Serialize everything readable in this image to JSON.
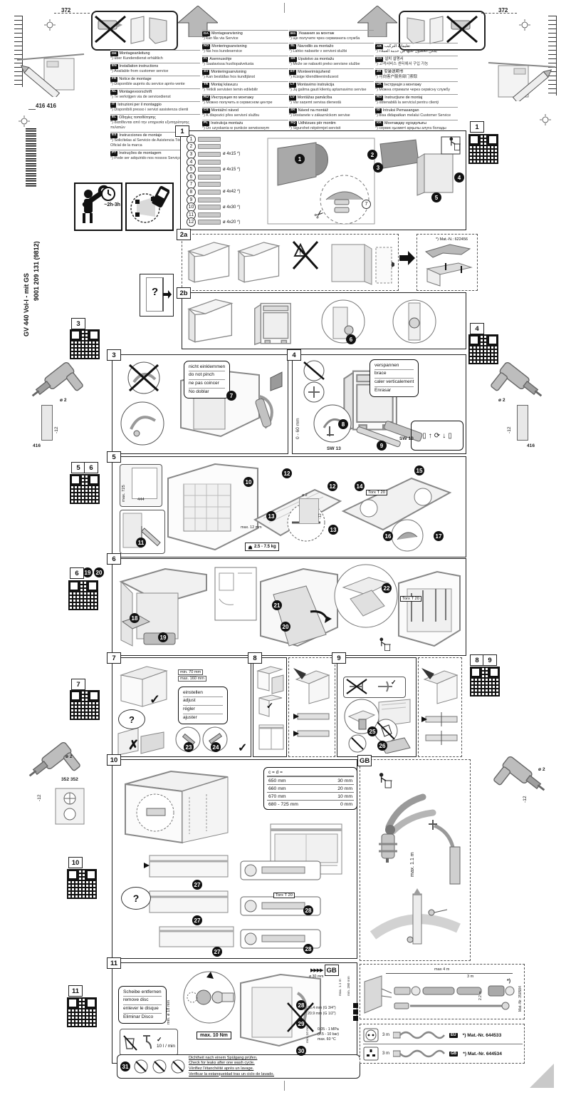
{
  "doc": {
    "code": "9001 209 131 (9812)",
    "model": "GV 440 Vol-I - mit GS"
  },
  "top": {
    "dim_left": "372",
    "dim_right": "372",
    "dim416416": "416 416"
  },
  "margins": {
    "dim416_left": "416",
    "dim416_right": "416",
    "dim352": "352 352",
    "drill_dia": "ø 2",
    "drill_depth": "-12",
    "time": "~2h-3h"
  },
  "misc": {
    "q": "?",
    "check": "✓",
    "cross": "✗",
    "warn": "⚠",
    "arrows": "▶▶▶▶"
  },
  "qrs": {
    "g1": "1",
    "g3": "3",
    "g4": "4",
    "g5": "5",
    "g6": "6",
    "g6b": "6",
    "c19": "19",
    "c20": "20",
    "g7": "7",
    "g8": "8",
    "g9": "9",
    "g10": "10",
    "g11": "11"
  },
  "languages": {
    "col1": [
      {
        "c": "DE",
        "t": "Montageanleitung",
        "n": "*) über Kundendienst erhältlich"
      },
      {
        "c": "EN",
        "t": "Installation instructions",
        "n": "*) Available from customer service"
      },
      {
        "c": "FR",
        "t": "Notice de montage",
        "n": "*) Disponible auprès du service après-vente"
      },
      {
        "c": "NL",
        "t": "Montagevoorschrift",
        "n": "*) Te verkrijgen via de servicedienst"
      },
      {
        "c": "IT",
        "t": "Istruzioni per il montaggio",
        "n": "*) Disponibili presso i servizi assistenza clienti"
      },
      {
        "c": "EL",
        "t": "Οδηγίες τοποθέτησης",
        "n": "*) διατίθενται από την υπηρεσία εξυπηρέτησης πελατών"
      },
      {
        "c": "ES",
        "t": "Instrucciones de montaje",
        "n": "*) Solicítelas al Servicio de Asistencia Técnica Oficial de la marca"
      },
      {
        "c": "PT",
        "t": "Instruções de montagem",
        "n": "*) Pode ser adquirido nos nossos Serviços Técnicos"
      }
    ],
    "col2": [
      {
        "c": "DA",
        "t": "Montageanvisning",
        "n": "*) kan fås via Service"
      },
      {
        "c": "NO",
        "t": "Monteringsanvisning",
        "n": "*) fås hos kundeservice"
      },
      {
        "c": "FI",
        "t": "Asennusohje",
        "n": "*) Saatavissa huoltopalvelusta"
      },
      {
        "c": "SV",
        "t": "Monteringsanvisning",
        "n": "*) Kan beställas hos kundtjänst"
      },
      {
        "c": "TR",
        "t": "Montaj kılavuzu",
        "n": "*) Yetkili servisten temin edilebilir"
      },
      {
        "c": "RU",
        "t": "Инструкция по монтажу",
        "n": "*) Можно получить в сервисном центре"
      },
      {
        "c": "CS",
        "t": "Montážní návod",
        "n": "*) K dispozici přes servisní službu"
      },
      {
        "c": "PL",
        "t": "Instrukcja montażu",
        "n": "*) Do uzyskania w punkcie serwisowym"
      },
      {
        "c": "HU",
        "t": "Szerelési utasítás",
        "n": "*) A vevőszolgálaton keresztül beszerezhető"
      },
      {
        "c": "HR",
        "t": "Uputa za montažu",
        "n": "*) mogu dobiti kod službe održavanja"
      }
    ],
    "col3": [
      {
        "c": "BG",
        "t": "Указания за монтаж",
        "n": "*) ще получите чрез сервизната служба"
      },
      {
        "c": "SL",
        "t": "Navodilo za montažo",
        "n": "*) Lahko nabavite v servisni službi"
      },
      {
        "c": "SR",
        "t": "Uputstvo za montažu",
        "n": "*) Može se nabaviti preko servisne službe"
      },
      {
        "c": "ET",
        "t": "Monteerimisjuhend",
        "n": "*) Küsige klienditeenindusest"
      },
      {
        "c": "LT",
        "t": "Montavimo instrukcija",
        "n": "*) Ją galima gauti klientų aptarnavimo servise"
      },
      {
        "c": "LV",
        "t": "Montāžas pamācība",
        "n": "*) Var saņemt servisa dienestā"
      },
      {
        "c": "SK",
        "t": "Návod na montáž",
        "n": "*) Dostanete v zákazníckom servise"
      },
      {
        "c": "SQ",
        "t": "Udhëzues për montim",
        "n": "*) Sigurohet nëpërmjet servisit"
      },
      {
        "c": "BS",
        "t": "Upute za montažu",
        "n": "*) Može se dobiti kod službe održavanja"
      },
      {
        "c": "FA",
        "t": "راهنمای نصب",
        "n": "*) از خدمات مشتریان قابل دریافت است"
      }
    ],
    "col4": [
      {
        "c": "AR",
        "t": "تعليمات التركيب",
        "n": "*) يمكن الحصول عليها من خدمة العملاء"
      },
      {
        "c": "KO",
        "t": "설치 설명서",
        "n": "*) 고객서비스 센터에서 구입 가능"
      },
      {
        "c": "ZH",
        "t": "安装说明书",
        "n": "*) 可向客户服务部门索取"
      },
      {
        "c": "UK",
        "t": "Інструкція з монтажу",
        "n": "*) Можна отримати через сервісну службу"
      },
      {
        "c": "RO",
        "t": "Instrucţiune de montaj",
        "n": "*) obtenabilă la serviciul pentru clienţi"
      },
      {
        "c": "ID",
        "t": "Intruksi Pemasangan",
        "n": "*) bisa didapatkan melalui Customer Service"
      },
      {
        "c": "KK",
        "t": "Монтаждау нұсқаулығы",
        "n": "*) сервис қызметі арқылы алуға болады"
      }
    ]
  },
  "steps": {
    "s1": {
      "label": "1",
      "parts": [
        {
          "num": "1",
          "spec": ""
        },
        {
          "num": "2",
          "spec": ""
        },
        {
          "num": "3",
          "spec": "ø 4x15 *)"
        },
        {
          "num": "4",
          "spec": ""
        },
        {
          "num": "5",
          "spec": "ø 4x15 *)"
        },
        {
          "num": "6",
          "spec": ""
        },
        {
          "num": "7",
          "spec": ""
        },
        {
          "num": "8",
          "spec": "ø 4x42 *)"
        },
        {
          "num": "9",
          "spec": ""
        },
        {
          "num": "10",
          "spec": "ø 4x30 *)"
        },
        {
          "num": "11",
          "spec": ""
        },
        {
          "num": "12",
          "spec": "ø 4x20 *)"
        }
      ],
      "callouts": [
        "1",
        "2",
        "3",
        "4",
        "5"
      ],
      "scissors_part": "7"
    },
    "s2a": {
      "label": "2a",
      "mat": "*) Mat.-N.: 622456"
    },
    "s2b": {
      "label": "2b",
      "callout": "6"
    },
    "s3": {
      "label": "3",
      "note": [
        "nicht einklemmen",
        "do not pinch",
        "ne pas coincer",
        "No doblar"
      ],
      "callout": "7"
    },
    "s4": {
      "label": "4",
      "note": [
        "verspannen",
        "brace",
        "caler verticalement",
        "Enrasar"
      ],
      "dim": "0 - 60 mm",
      "sw13": "SW 13",
      "sw10": "SW 10",
      "callouts": [
        "8",
        "9"
      ]
    },
    "s5": {
      "label": "5",
      "max725": "max. 725",
      "d444": "444",
      "torx": "Torx T 20",
      "maxmm": "max. 12 mm",
      "weight": "2.5 - 7.5 kg",
      "dia": "ø 2",
      "depth": "-12",
      "callouts": [
        "10",
        "11",
        "12",
        "13",
        "14",
        "15",
        "16",
        "17"
      ]
    },
    "s6": {
      "label": "6",
      "torx": "Torx T 20",
      "callouts": [
        "18",
        "19",
        "20",
        "21",
        "22"
      ]
    },
    "s7": {
      "label": "7",
      "min": "min. 70 mm",
      "max": "max. 160 mm",
      "note": [
        "einstellen",
        "adjust",
        "régler",
        "ajuster"
      ],
      "callouts": [
        "23",
        "24"
      ]
    },
    "s8": {
      "label": "8"
    },
    "s9": {
      "label": "9",
      "callouts": [
        "25",
        "26"
      ]
    },
    "s10": {
      "label": "10",
      "thead": "c = d =",
      "table": [
        {
          "c": "650 mm",
          "d": "30 mm"
        },
        {
          "c": "660 mm",
          "d": "20 mm"
        },
        {
          "c": "670 mm",
          "d": "10 mm"
        },
        {
          "c": "680 - 725 mm",
          "d": "0 mm"
        }
      ],
      "torx": "Torx T 20",
      "callouts": [
        "27",
        "27",
        "27",
        "28",
        "28"
      ]
    },
    "gb": {
      "label": "GB",
      "maxlen": "max. 1.1 m"
    },
    "s11": {
      "label": "11",
      "note": [
        "Scheibe entfernen",
        "remove disc",
        "enlever le disque",
        "Eliminar Disco"
      ],
      "min_dia": "min. ø 18 mm",
      "max_nm": "max. 10 Nm",
      "flow": "10 l / min",
      "gbref": "GB",
      "dia30": "ø 30 mm",
      "vmax": "max. 1.1 m",
      "vmin": "min. 280 mm",
      "c28a": "26.4 mm (G 3/4\")",
      "c28b": "20.9 mm (G 1/2\")",
      "min10": "min. 10 mm",
      "pressure": [
        "0.05 - 1 MPa",
        "(0.5 - 10 bar)",
        "max. 60 °C"
      ],
      "leak": [
        "Dichtheit nach einem Spülgang prüfen.",
        "Check for leaks after one wash cycle.",
        "Vérifiez l'étanchéité après un lavage.",
        "Verificar la estanqueidad tras un ciclo de lavado."
      ],
      "callouts": [
        "28",
        "29",
        "30",
        "31"
      ]
    },
    "hose": {
      "max4": "max 4 m",
      "m3": "3 m",
      "m22": "2.2 m",
      "mat": "Mat.-Nr. 350584",
      "star": "*)"
    },
    "power": [
      {
        "plug": "EU",
        "len": "3 m",
        "mat": "*) Mat.-Nr. 644533"
      },
      {
        "plug": "GB",
        "len": "3 m",
        "mat": "*) Mat.-Nr. 644534"
      }
    ]
  }
}
